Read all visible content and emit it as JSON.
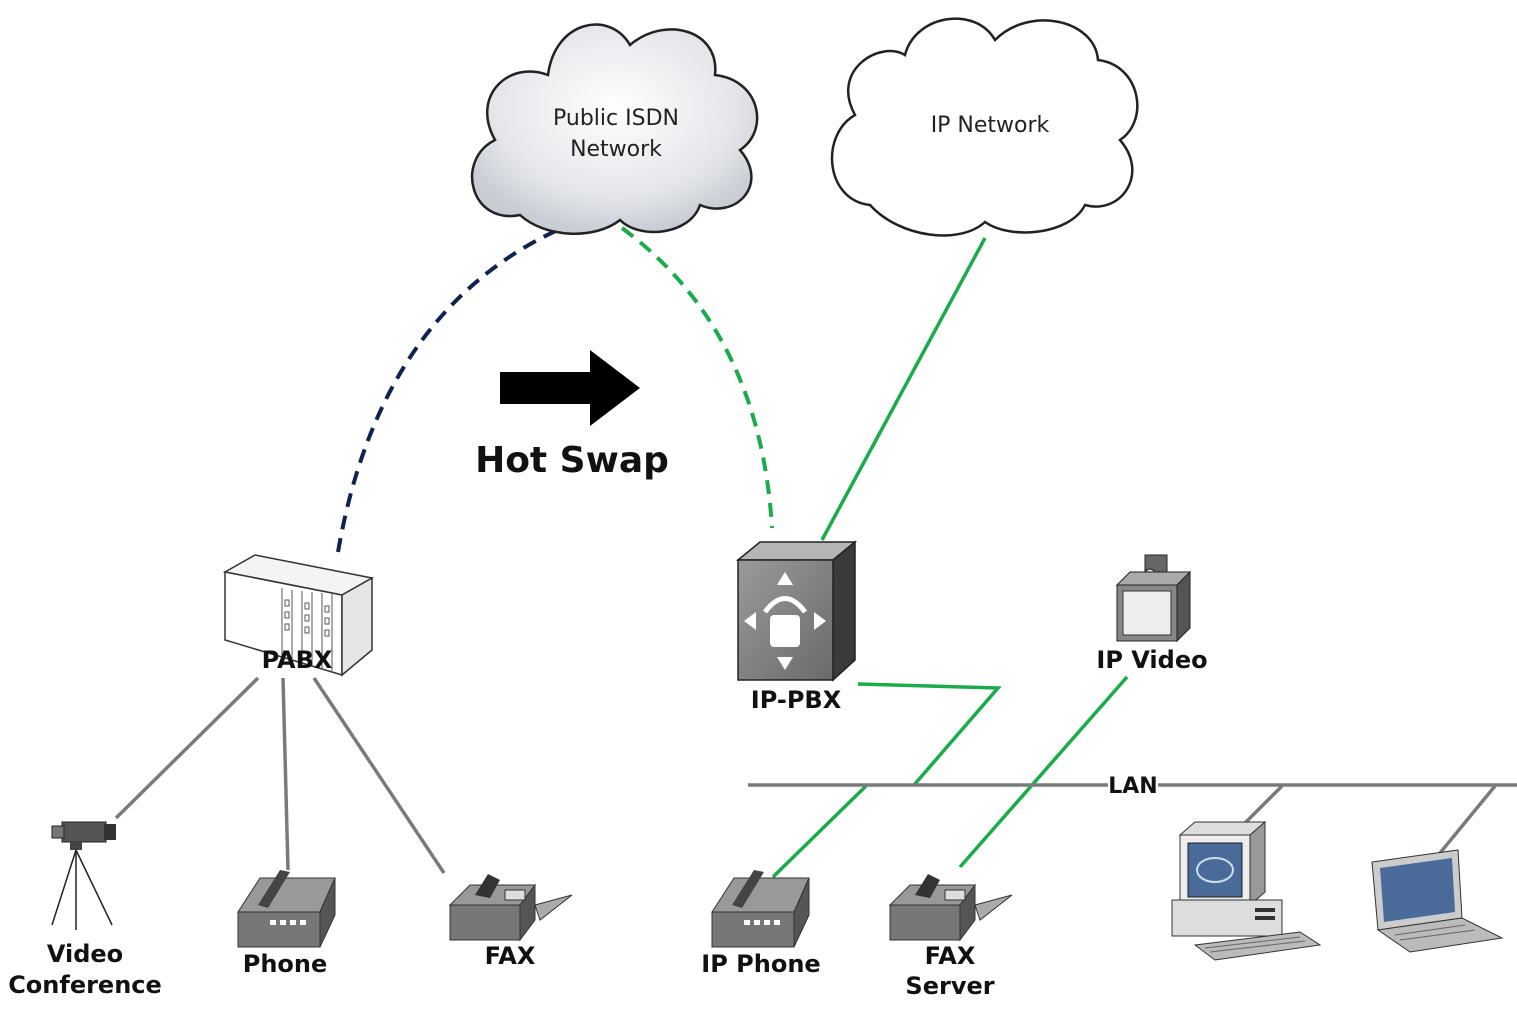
{
  "clouds": {
    "isdn": {
      "line1": "Public ISDN",
      "line2": "Network"
    },
    "ip": {
      "label": "IP Network"
    }
  },
  "arrow": {
    "label": "Hot Swap"
  },
  "nodes": {
    "pabx": "PABX",
    "ippbx": "IP-PBX",
    "video_conference": {
      "line1": "Video",
      "line2": "Conference"
    },
    "phone": "Phone",
    "fax": "FAX",
    "ip_phone": "IP Phone",
    "fax_server": {
      "line1": "FAX",
      "line2": "Server"
    },
    "ip_video": "IP Video",
    "lan": "LAN"
  },
  "colors": {
    "legacy_link": "#0d2352",
    "ip_link": "#1aab4b",
    "analog_link": "#7a7a7a",
    "lan_line": "#7a7a7a"
  }
}
